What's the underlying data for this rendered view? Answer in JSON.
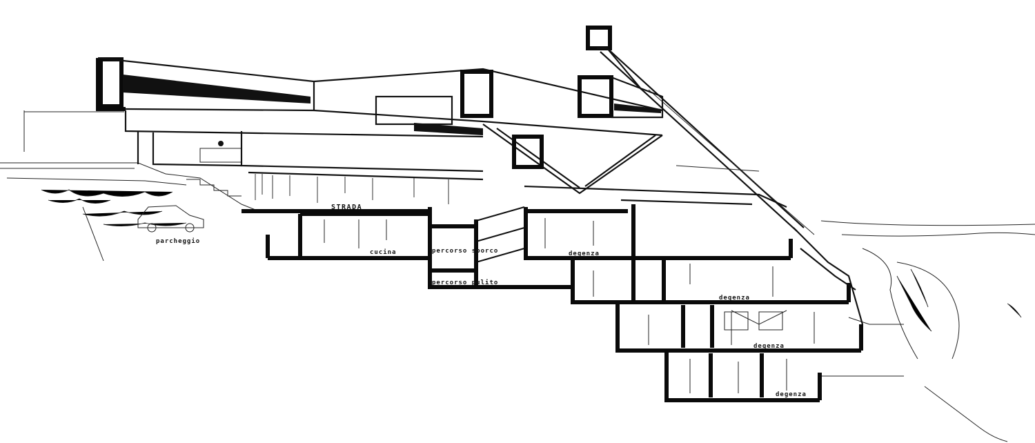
{
  "labels": {
    "strada": "STRADA",
    "parcheggio": "parcheggio",
    "cucina": "cucina",
    "percorso_sporco": "percorso sporco",
    "percorso_pulito": "percorso pulito",
    "degenza_1": "degenza",
    "degenza_2": "degenza",
    "degenza_3": "degenza",
    "degenza_4": "degenza"
  },
  "colors": {
    "ink": "#111111",
    "paper": "#ffffff"
  }
}
